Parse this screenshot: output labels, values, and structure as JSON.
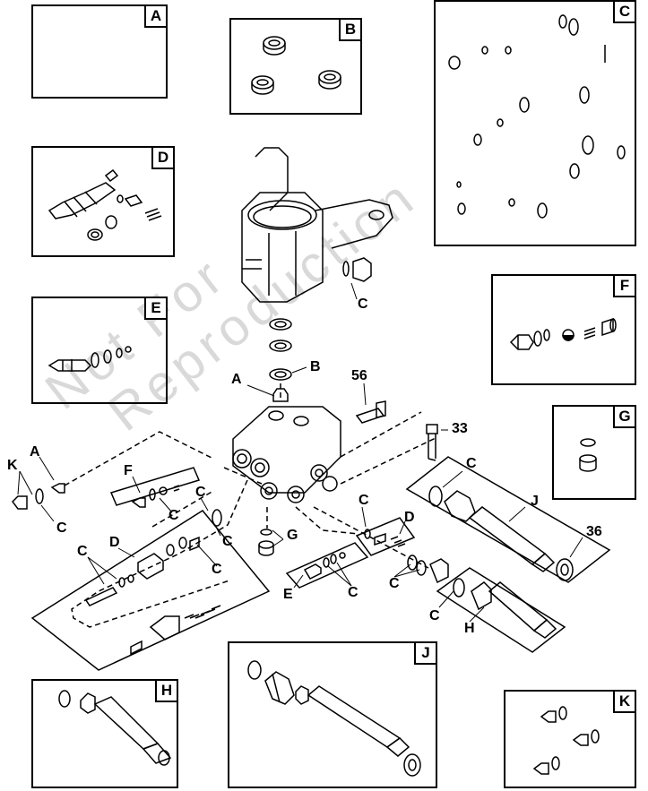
{
  "watermark": {
    "line1": "Not For",
    "line2": "Reproduction"
  },
  "boxes": {
    "A": "A",
    "B": "B",
    "C": "C",
    "D": "D",
    "E": "E",
    "F": "F",
    "G": "G",
    "H": "H",
    "J": "J",
    "K": "K"
  },
  "callouts": {
    "c_pump_valve": "C",
    "a_top": "A",
    "b_top": "B",
    "n56": "56",
    "n33": "33",
    "c_right_upper": "C",
    "j_right": "J",
    "n36": "36",
    "k_left": "K",
    "a_left": "A",
    "c_left": "C",
    "f_mid": "F",
    "c_f": "C",
    "c_mid1": "C",
    "c_mid2": "C",
    "d_left": "D",
    "c_d1": "C",
    "c_d2": "C",
    "g_mid": "G",
    "c_g": "C",
    "d_mid": "D",
    "e_mid": "E",
    "c_e": "C",
    "c_h1": "C",
    "c_h2": "C",
    "h_right": "H"
  }
}
